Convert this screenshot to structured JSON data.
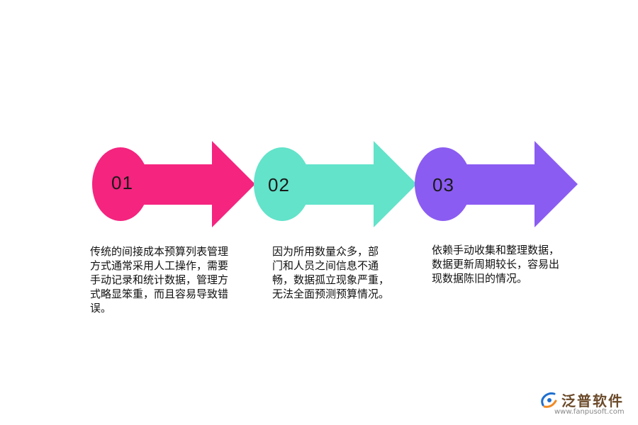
{
  "colors": {
    "step1": "#f4247f",
    "step2": "#62e3ca",
    "step3": "#8b5cf2",
    "logo_blue": "#1e6fcf",
    "logo_brown": "#6b4a2a"
  },
  "steps": [
    {
      "number": "01",
      "text": [
        "传统的间接成本预算列表管理",
        "方式通常采用人工操作，需要",
        "手动记录和统计数据，管理方",
        "式略显笨重，而且容易导致错",
        "误。"
      ]
    },
    {
      "number": "02",
      "text": [
        "因为所用数量众多，部",
        "门和人员之间信息不通",
        "畅，数据孤立现象严重，",
        "无法全面预测预算情况。"
      ]
    },
    {
      "number": "03",
      "text": [
        "依赖手动收集和整理数据，",
        "数据更新周期较长，容易出",
        "现数据陈旧的情况。"
      ]
    }
  ],
  "logo": {
    "icon": "fanpu-logo-icon",
    "name": "泛普软件",
    "url": "www.fanpusoft.com"
  }
}
